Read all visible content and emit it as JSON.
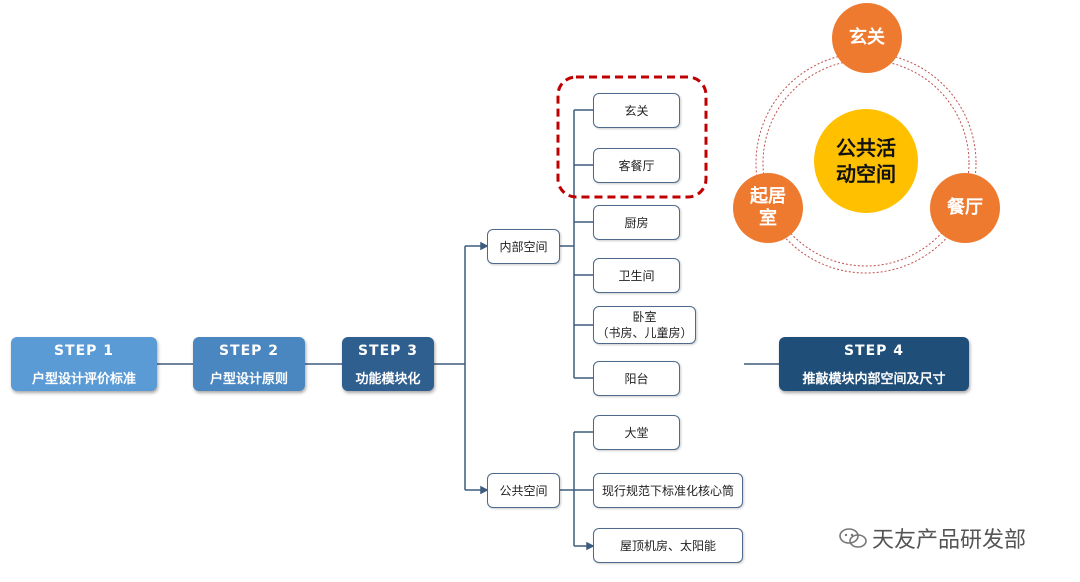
{
  "steps": {
    "s1": {
      "title": "STEP 1",
      "sub": "户型设计评价标准"
    },
    "s2": {
      "title": "STEP 2",
      "sub": "户型设计原则"
    },
    "s3": {
      "title": "STEP 3",
      "sub": "功能模块化"
    },
    "s4": {
      "title": "STEP 4",
      "sub": "推敲模块内部空间及尺寸"
    }
  },
  "groups": {
    "inner": "内部空间",
    "public": "公共空间"
  },
  "inner_items": [
    "玄关",
    "客餐厅",
    "厨房",
    "卫生间",
    "卧室\n（书房、儿童房）",
    "阳台"
  ],
  "public_items": [
    "大堂",
    "现行规范下标准化核心筒",
    "屋顶机房、太阳能"
  ],
  "circles": {
    "center": "公共活\n动空间",
    "top": "玄关",
    "left": "起居\n室",
    "right": "餐厅"
  },
  "watermark": "天友产品研发部",
  "colors": {
    "step1": "#5b9bd5",
    "step2": "#4a86c0",
    "step3": "#2f5f8f",
    "step4": "#1f4e79",
    "accent": "#ee7a30",
    "center": "#ffc000",
    "dashed": "#c00000"
  }
}
